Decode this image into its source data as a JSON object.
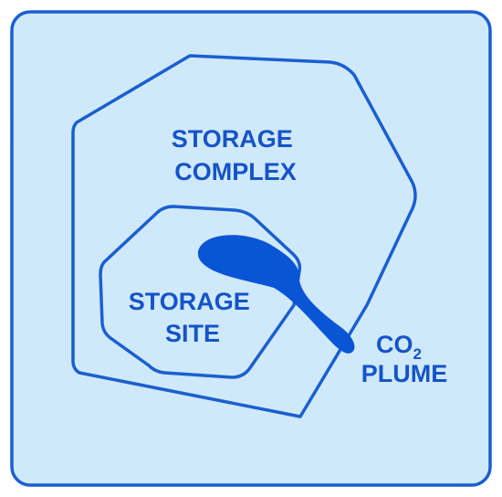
{
  "labels": {
    "storage_complex": {
      "line1": "STORAGE",
      "line2": "COMPLEX"
    },
    "storage_site": {
      "line1": "STORAGE",
      "line2": "SITE"
    },
    "co2_plume": {
      "prefix": "CO",
      "subscript": "2",
      "line2": "PLUME"
    }
  },
  "colors": {
    "background_fill": "#cfe9fb",
    "outline": "#1a5fd0",
    "plume_fill": "#0a55d6",
    "text": "#1553c7"
  }
}
